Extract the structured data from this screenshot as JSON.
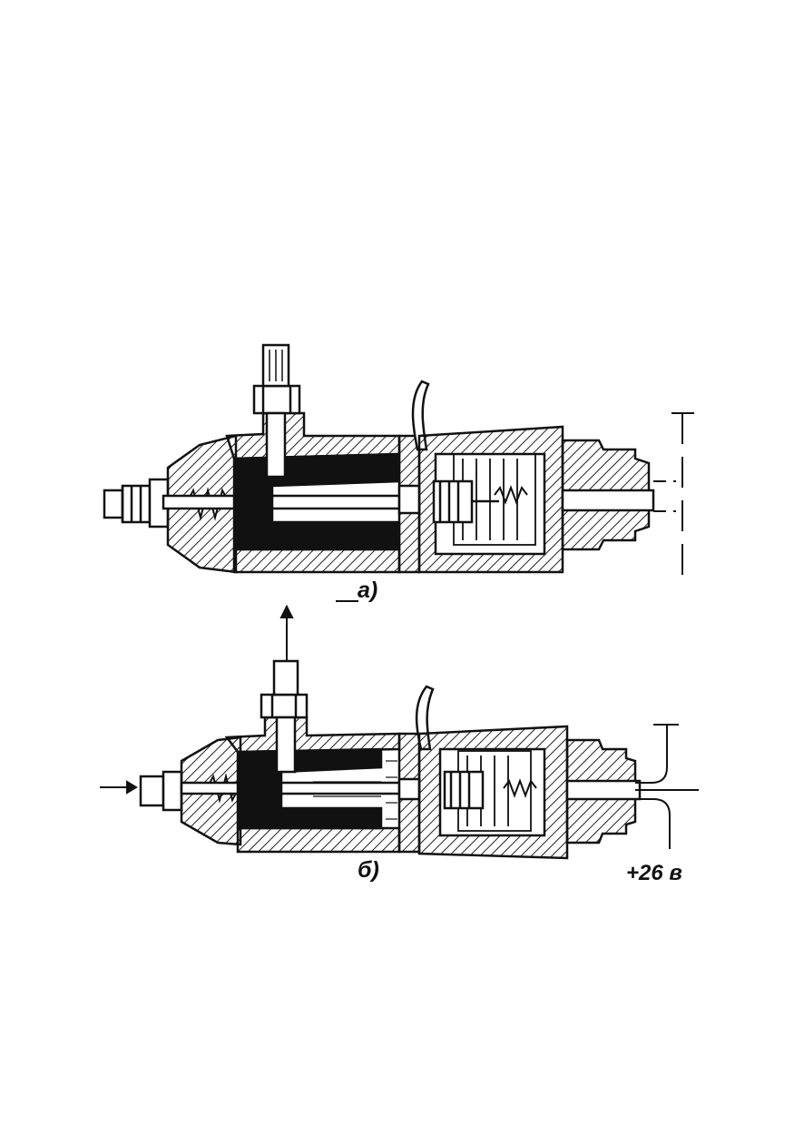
{
  "figure": {
    "view_a_caption": "а)",
    "view_b_caption": "б)",
    "voltage_label": "+26 в",
    "ink_color": "#111111",
    "hatch_color": "#222222"
  }
}
